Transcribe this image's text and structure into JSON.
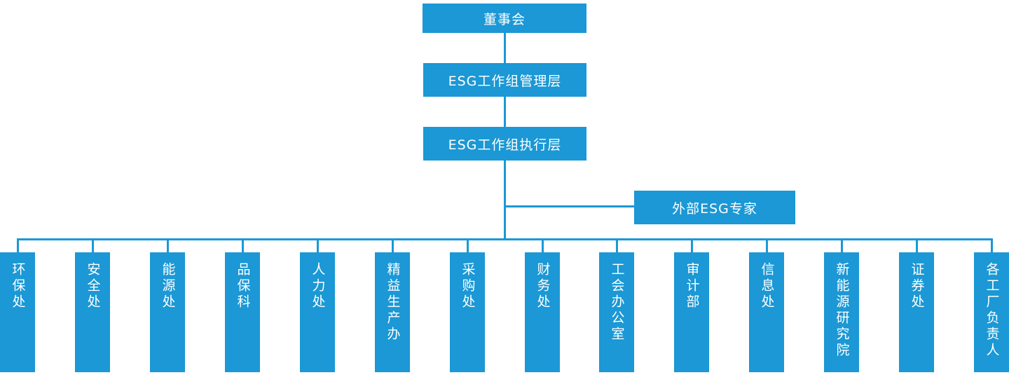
{
  "colors": {
    "primary": "#1b98d5",
    "text": "#ffffff",
    "background": "#ffffff"
  },
  "org_chart": {
    "levels": [
      {
        "label": "董事会"
      },
      {
        "label": "ESG工作组管理层"
      },
      {
        "label": "ESG工作组执行层"
      }
    ],
    "external": {
      "label": "外部ESG专家"
    },
    "departments": [
      "环保处",
      "安全处",
      "能源处",
      "品保科",
      "人力处",
      "精益生产办",
      "采购处",
      "财务处",
      "工会办公室",
      "审计部",
      "信息处",
      "新能源研究院",
      "证券处",
      "各工厂负责人"
    ]
  }
}
